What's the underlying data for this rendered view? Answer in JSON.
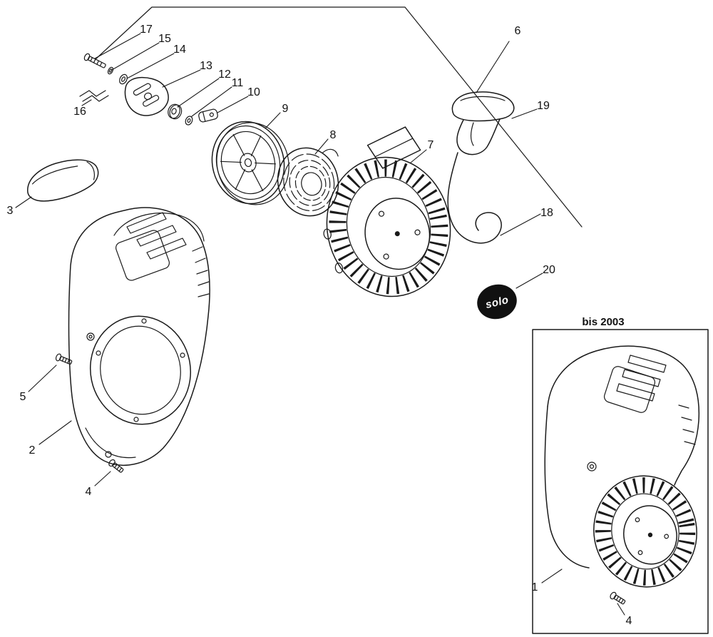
{
  "diagram": {
    "kind": "exploded-parts-diagram",
    "note_box_label": "bis 2003",
    "logo_text": "solo",
    "colors": {
      "line": "#1a1a1a",
      "logo_bg": "#111111",
      "logo_text": "#ffffff"
    },
    "callouts": {
      "1": "1",
      "2": "2",
      "3": "3",
      "4": "4",
      "5": "5",
      "6": "6",
      "7": "7",
      "8": "8",
      "9": "9",
      "10": "10",
      "11": "11",
      "12": "12",
      "13": "13",
      "14": "14",
      "15": "15",
      "16": "16",
      "17": "17",
      "18": "18",
      "19": "19",
      "20": "20"
    }
  }
}
